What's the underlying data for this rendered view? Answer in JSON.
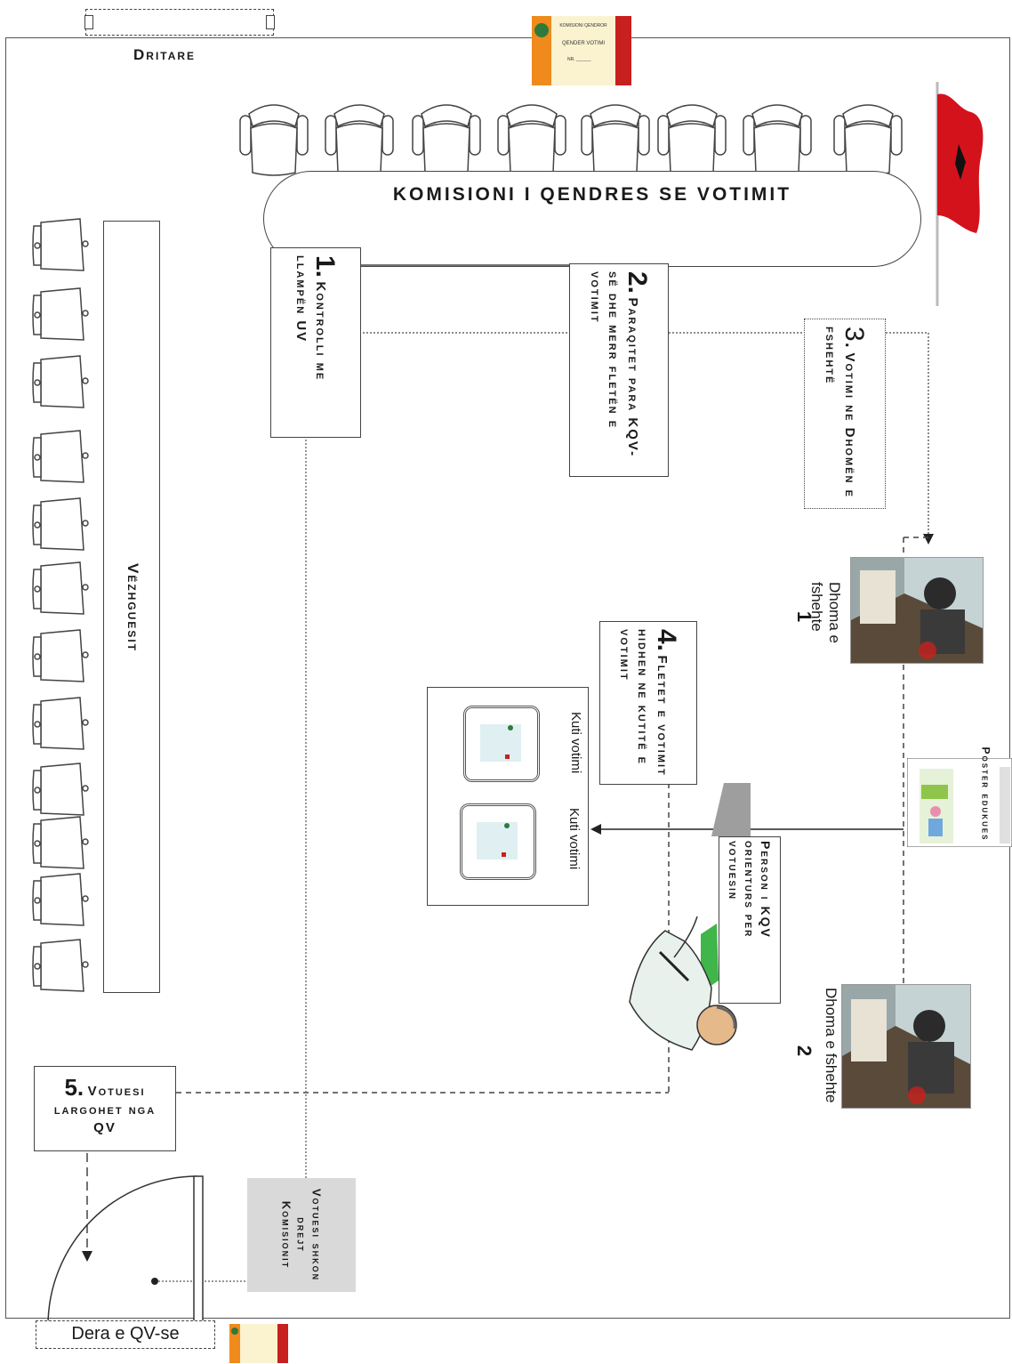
{
  "window_label": "Dritare",
  "table_title": "KOMISIONI I QENDRES SE VOTIMIT",
  "observers_label": "Vëzhguesit",
  "steps": [
    {
      "num": "1.",
      "text": "Kontrolli me llampën UV"
    },
    {
      "num": "2.",
      "text": "Paraqitet para KQV-së dhe merr fletën e votimit"
    },
    {
      "num": "3.",
      "text": "Votimi ne Dhomën e fshehtë"
    },
    {
      "num": "4.",
      "text": "Fletet e votimit hidhen ne kutitë e votimit"
    },
    {
      "num": "5.",
      "text": "Votuesi largohet nga QV"
    }
  ],
  "booth_1": {
    "line1": "Dhoma e",
    "line2": "fshehte",
    "line3": "1"
  },
  "booth_2": {
    "line1": "Dhoma e fshehte",
    "line2": "2"
  },
  "ballot_box_1": "Kuti votimi",
  "ballot_box_2": "Kuti votimi",
  "poster_label": "Poster edukues",
  "guide_label": "Person i KQV orienturs per votuesin",
  "to_commission_label": "Votuesi shkon drejt Komisionit",
  "door_label": "Dera e QV-se",
  "sign_text": "QENDER VOTIMI",
  "sign_nr": "NR. ______",
  "colors": {
    "flag_red": "#d4121c",
    "sign_orange": "#f08a1c",
    "sign_cream": "#fbf3d0",
    "sign_red": "#c8201e",
    "gray_box": "#d9d9d9"
  }
}
